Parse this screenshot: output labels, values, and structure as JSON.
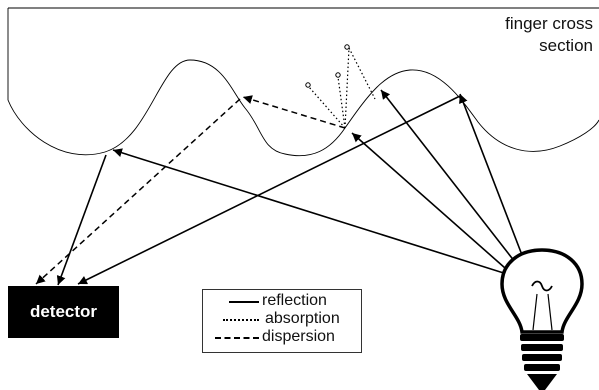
{
  "labels": {
    "cross_section_line1": "finger cross",
    "cross_section_line2": "section",
    "detector": "detector"
  },
  "legend": {
    "reflection": "reflection",
    "absorption": "absorption",
    "dispersion": "dispersion"
  },
  "colors": {
    "ink": "#000000",
    "detector_fill": "#000000",
    "detector_text": "#ffffff",
    "background": "#ffffff"
  },
  "icons": {
    "light_source": "light-bulb-icon"
  }
}
